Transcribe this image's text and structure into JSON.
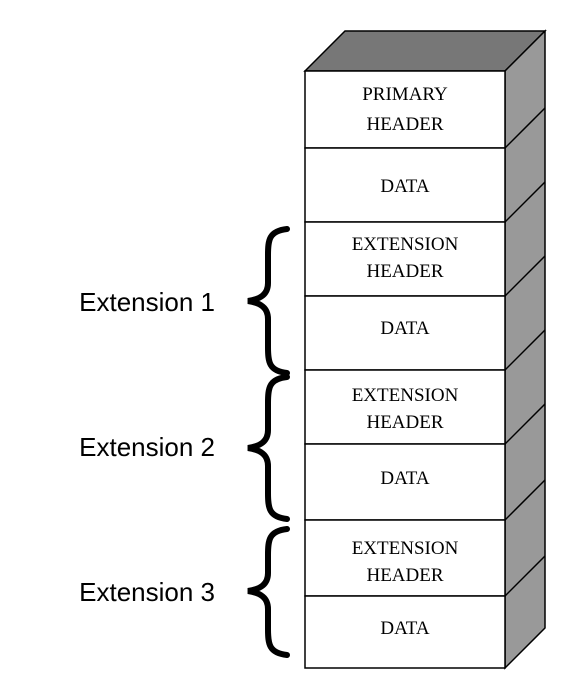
{
  "colors": {
    "front_face": "#ffffff",
    "top_face": "#777777",
    "side_face": "#999999",
    "outline": "#000000"
  },
  "blocks": [
    {
      "line1": "PRIMARY",
      "line2": "HEADER"
    },
    {
      "line1": "DATA"
    },
    {
      "line1": "EXTENSION",
      "line2": "HEADER"
    },
    {
      "line1": "DATA"
    },
    {
      "line1": "EXTENSION",
      "line2": "HEADER"
    },
    {
      "line1": "DATA"
    },
    {
      "line1": "EXTENSION",
      "line2": "HEADER"
    },
    {
      "line1": "DATA"
    }
  ],
  "extensions": [
    {
      "label": "Extension 1"
    },
    {
      "label": "Extension 2"
    },
    {
      "label": "Extension 3"
    }
  ]
}
